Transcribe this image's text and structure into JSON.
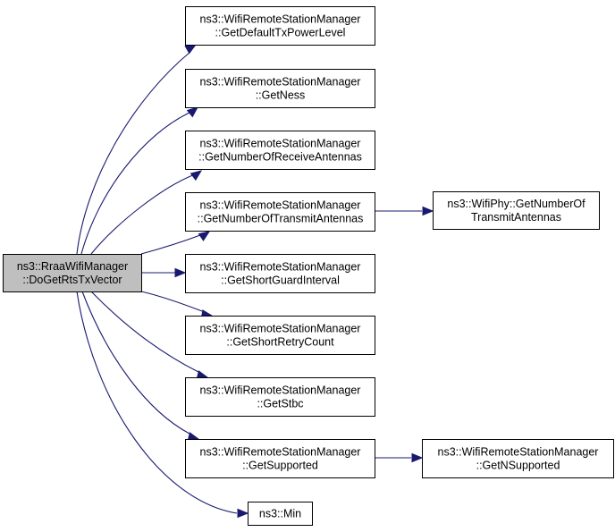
{
  "diagram": {
    "type": "call-graph",
    "edge_color": "#191970",
    "root_fill": "#bfbfbf",
    "nodes": [
      {
        "id": "root",
        "lines": [
          "ns3::RraaWifiManager",
          "::DoGetRtsTxVector"
        ],
        "highlighted": true
      },
      {
        "id": "getdefaulttxpowerlevel",
        "lines": [
          "ns3::WifiRemoteStationManager",
          "::GetDefaultTxPowerLevel"
        ]
      },
      {
        "id": "getness",
        "lines": [
          "ns3::WifiRemoteStationManager",
          "::GetNess"
        ]
      },
      {
        "id": "getnumberofreceiveantennas",
        "lines": [
          "ns3::WifiRemoteStationManager",
          "::GetNumberOfReceiveAntennas"
        ]
      },
      {
        "id": "getnumberoftransmitantennas",
        "lines": [
          "ns3::WifiRemoteStationManager",
          "::GetNumberOfTransmitAntennas"
        ]
      },
      {
        "id": "wifiphy-getnumberoftransmitantennas",
        "lines": [
          "ns3::WifiPhy::GetNumberOf",
          "TransmitAntennas"
        ]
      },
      {
        "id": "getshortguardinterval",
        "lines": [
          "ns3::WifiRemoteStationManager",
          "::GetShortGuardInterval"
        ]
      },
      {
        "id": "getshortretrycount",
        "lines": [
          "ns3::WifiRemoteStationManager",
          "::GetShortRetryCount"
        ]
      },
      {
        "id": "getstbc",
        "lines": [
          "ns3::WifiRemoteStationManager",
          "::GetStbc"
        ]
      },
      {
        "id": "getsupported",
        "lines": [
          "ns3::WifiRemoteStationManager",
          "::GetSupported"
        ]
      },
      {
        "id": "getnsupported",
        "lines": [
          "ns3::WifiRemoteStationManager",
          "::GetNSupported"
        ]
      },
      {
        "id": "min",
        "lines": [
          "ns3::Min"
        ]
      }
    ],
    "edges": [
      {
        "from": "root",
        "to": "getdefaulttxpowerlevel"
      },
      {
        "from": "root",
        "to": "getness"
      },
      {
        "from": "root",
        "to": "getnumberofreceiveantennas"
      },
      {
        "from": "root",
        "to": "getnumberoftransmitantennas"
      },
      {
        "from": "root",
        "to": "getshortguardinterval"
      },
      {
        "from": "root",
        "to": "getshortretrycount"
      },
      {
        "from": "root",
        "to": "getstbc"
      },
      {
        "from": "root",
        "to": "getsupported"
      },
      {
        "from": "root",
        "to": "min"
      },
      {
        "from": "getnumberoftransmitantennas",
        "to": "wifiphy-getnumberoftransmitantennas"
      },
      {
        "from": "getsupported",
        "to": "getnsupported"
      }
    ]
  }
}
